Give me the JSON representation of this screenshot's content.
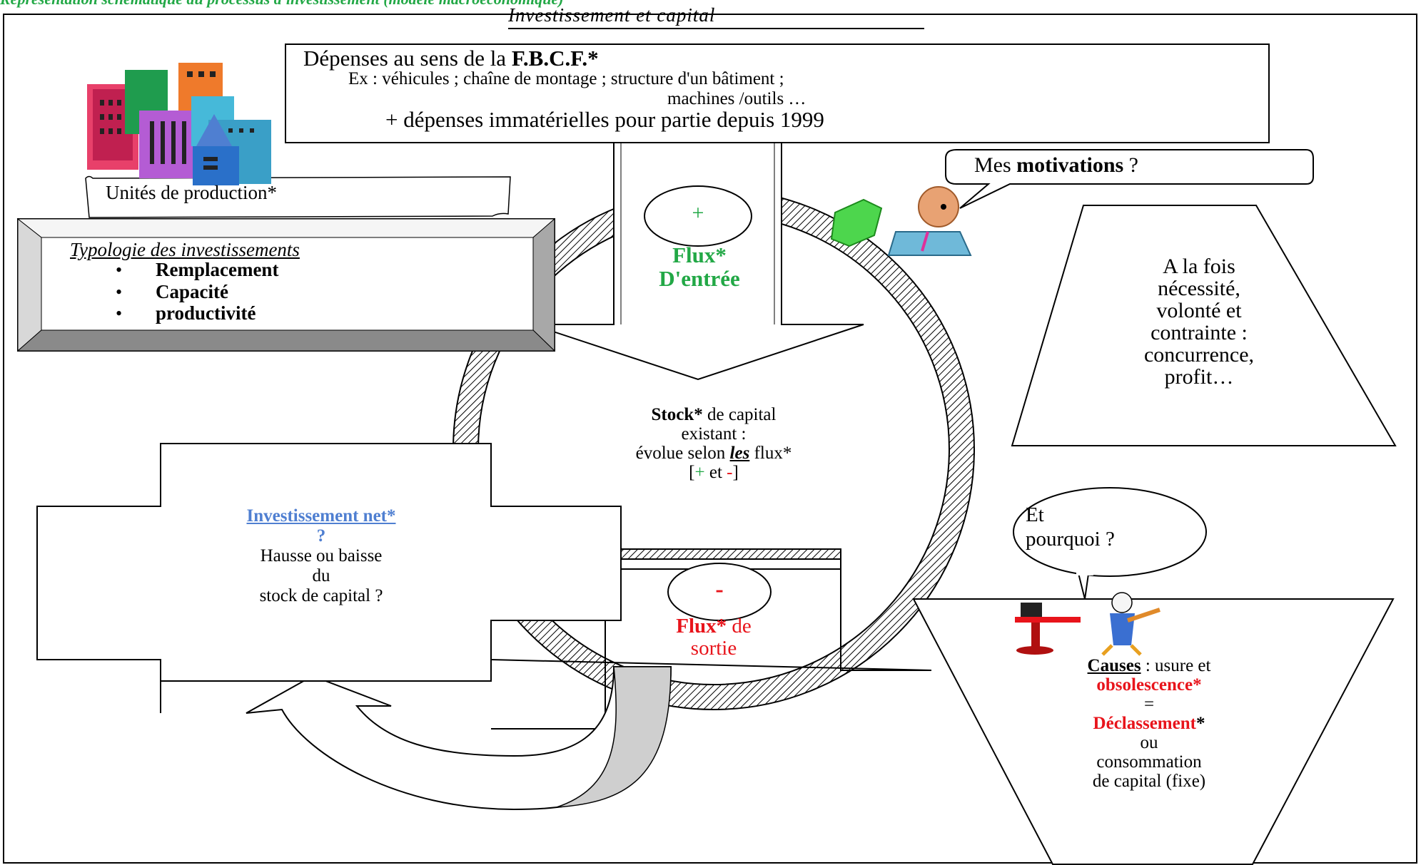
{
  "header": {
    "top_line": "Représentation schématique du processus d'investissement (modèle macroéconomique)",
    "title": "Investissement et capital"
  },
  "fbcf": {
    "line1_prefix": "Dépenses au sens de la",
    "line1_bold": "F.B.C.F.*",
    "line2": "Ex : véhicules ; chaîne de montage ; structure d'un bâtiment ;",
    "line3": "machines /outils …",
    "line4": "+ dépenses immatérielles pour partie depuis 1999"
  },
  "production": {
    "label": "Unités de production*"
  },
  "typology": {
    "title": "Typologie des investissements",
    "bullet": "•",
    "items": [
      "Remplacement",
      "Capacité",
      "productivité"
    ]
  },
  "inflow": {
    "sign": "+",
    "line1": "Flux*",
    "line2": "D'entrée"
  },
  "motivations": {
    "prefix": "Mes",
    "bold": "motivations",
    "suffix": "?"
  },
  "reasons": {
    "lines": [
      "A la fois",
      "nécessité,",
      "volonté et",
      "contrainte :",
      "concurrence,",
      "profit…"
    ]
  },
  "stock": {
    "line1_bold": "Stock*",
    "line1_rest": "de capital",
    "line2": "existant :",
    "line3_a": "évolue selon",
    "line3_b": "les",
    "line3_c": "flux*",
    "line4_a": "[",
    "line4_plus": "+",
    "line4_mid": "et",
    "line4_minus": "-",
    "line4_b": "]"
  },
  "net_investment": {
    "title": "Investissement net*",
    "qmark": "?",
    "line1": "Hausse ou baisse",
    "line2": "du",
    "line3": "stock de capital ?"
  },
  "outflow": {
    "sign": "-",
    "line1_a": "Flux*",
    "line1_b": "de",
    "line2": "sortie"
  },
  "question": {
    "line1": "Et",
    "line2": "pourquoi ?"
  },
  "causes": {
    "label": "Causes",
    "rest": ": usure et",
    "obsolescence": "obsolescence*",
    "equals": "=",
    "declassement": "Déclassement",
    "star": "*",
    "ou": "ou",
    "line5": "consommation",
    "line6": "de capital (fixe)"
  },
  "colors": {
    "green": "#22a846",
    "red": "#e8141b",
    "blue": "#4f7fd1"
  }
}
